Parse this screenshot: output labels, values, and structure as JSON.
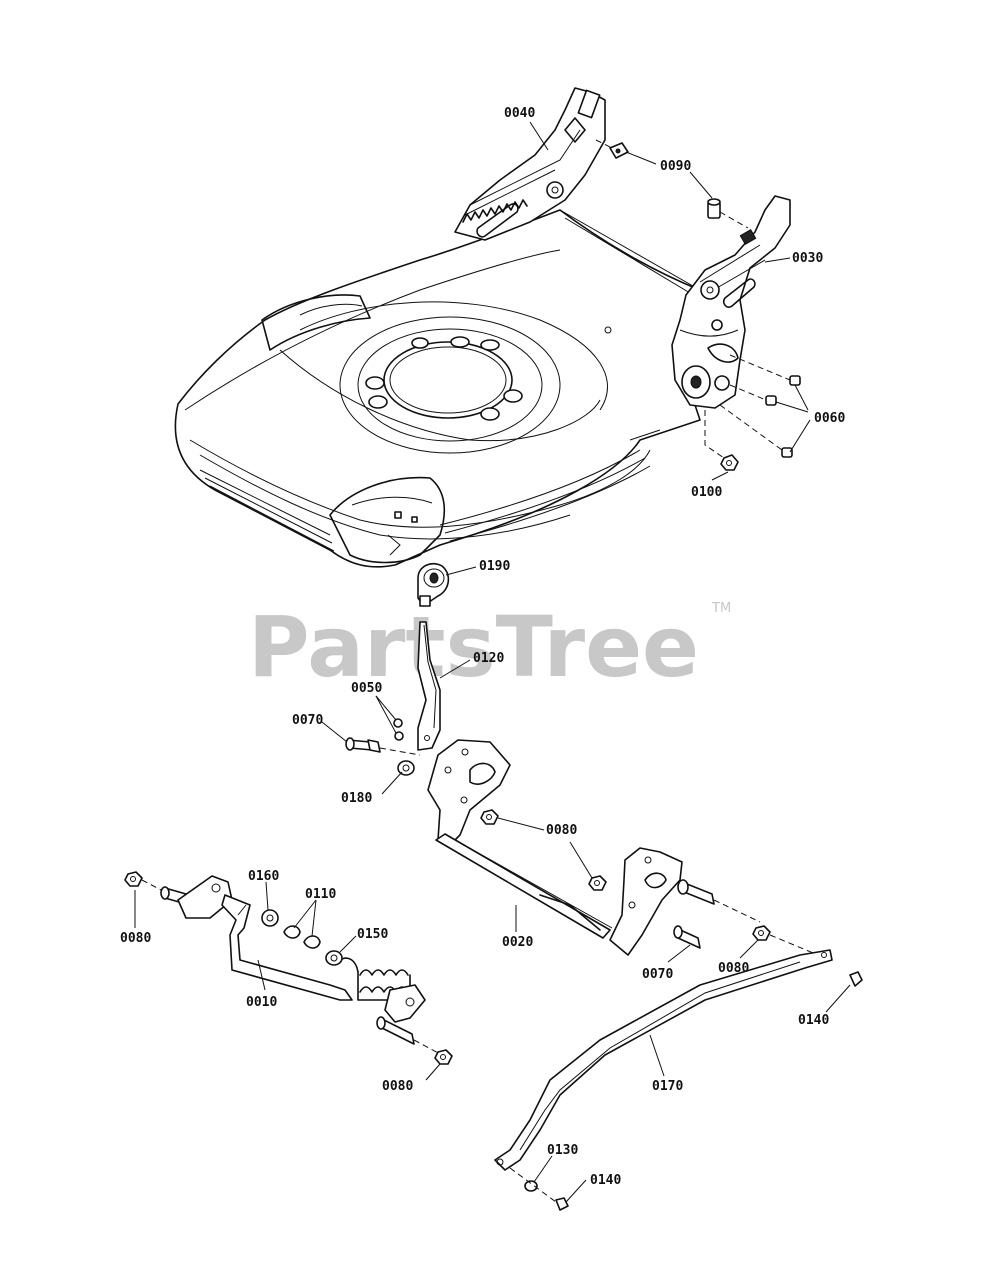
{
  "watermark": {
    "text": "PartsTree",
    "trademark": "TM"
  },
  "labels": [
    {
      "id": "p0040",
      "text": "0040"
    },
    {
      "id": "p0090",
      "text": "0090"
    },
    {
      "id": "p0030",
      "text": "0030"
    },
    {
      "id": "p0060",
      "text": "0060"
    },
    {
      "id": "p0100",
      "text": "0100"
    },
    {
      "id": "p0190",
      "text": "0190"
    },
    {
      "id": "p0120",
      "text": "0120"
    },
    {
      "id": "p0050",
      "text": "0050"
    },
    {
      "id": "p0070a",
      "text": "0070"
    },
    {
      "id": "p0180",
      "text": "0180"
    },
    {
      "id": "p0080a",
      "text": "0080"
    },
    {
      "id": "p0160",
      "text": "0160"
    },
    {
      "id": "p0110",
      "text": "0110"
    },
    {
      "id": "p0150",
      "text": "0150"
    },
    {
      "id": "p0080b",
      "text": "0080"
    },
    {
      "id": "p0010",
      "text": "0010"
    },
    {
      "id": "p0020",
      "text": "0020"
    },
    {
      "id": "p0070b",
      "text": "0070"
    },
    {
      "id": "p0080c",
      "text": "0080"
    },
    {
      "id": "p0140a",
      "text": "0140"
    },
    {
      "id": "p0080d",
      "text": "0080"
    },
    {
      "id": "p0170",
      "text": "0170"
    },
    {
      "id": "p0130",
      "text": "0130"
    },
    {
      "id": "p0140b",
      "text": "0140"
    }
  ]
}
